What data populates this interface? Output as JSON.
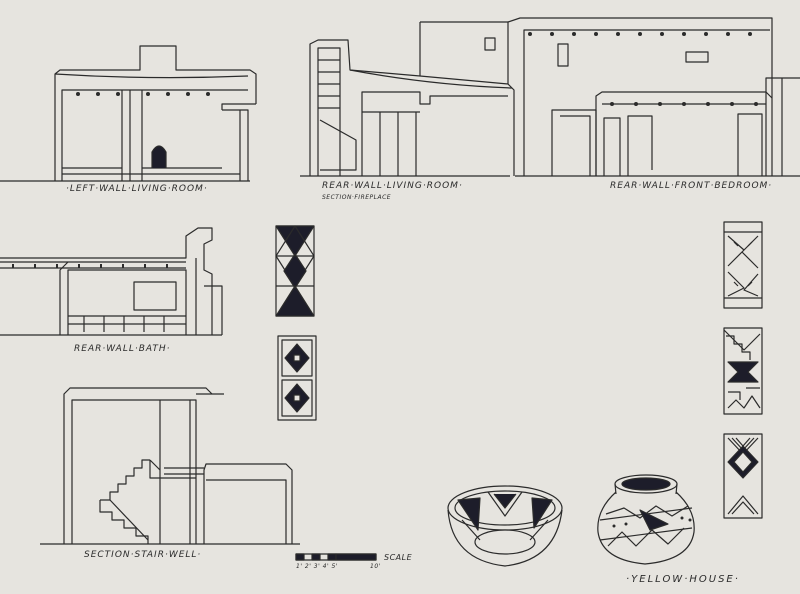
{
  "labels": {
    "left_wall_living_room": "·LEFT·WALL·LIVING·ROOM·",
    "rear_wall_living_room": "REAR·WALL·LIVING·ROOM·",
    "section_fireplace": "SECTION·FIREPLACE",
    "rear_wall_front_bedroom": "REAR·WALL·FRONT·BEDROOM·",
    "rear_wall_bath": "REAR·WALL·BATH·",
    "section_stair_well": "SECTION·STAIR·WELL·",
    "scale": "SCALE",
    "scale_ticks": "1' 2' 3' 4' 5'",
    "scale_end": "10'",
    "yellow_house": "·YELLOW·HOUSE·"
  },
  "colors": {
    "paper": "#e6e4df",
    "ink": "#2b2b2b",
    "fill": "#1d1d2a"
  }
}
